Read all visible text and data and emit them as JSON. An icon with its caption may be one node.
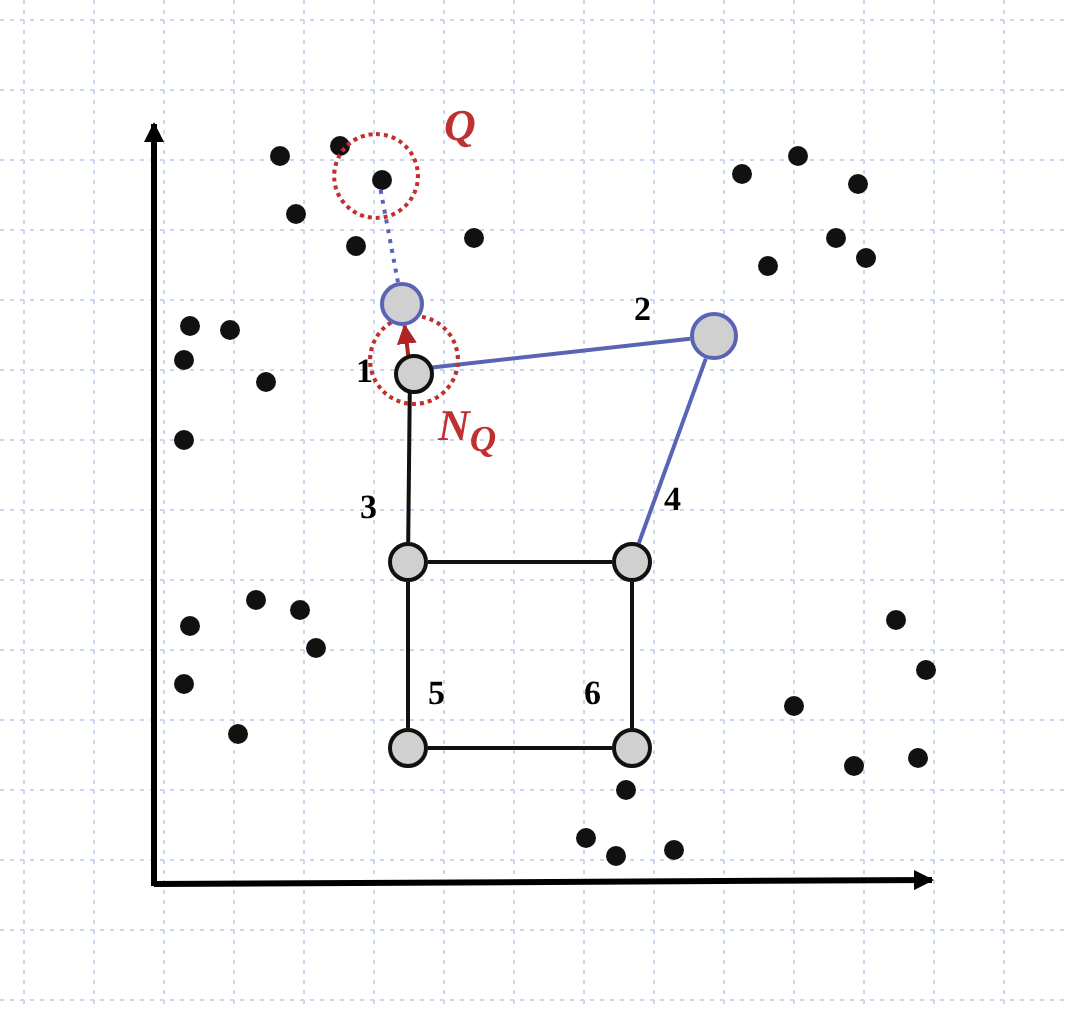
{
  "diagram": {
    "nodes": [
      {
        "text": [],
        "shape": "circle",
        "beside": [
          "N$_{Q}$"
        ]
      },
      {
        "text": [],
        "shape": "circle",
        "beside": [
          "1"
        ],
        "in": 0
      },
      {
        "text": [],
        "shape": "circle",
        "beside": [
          "2"
        ]
      },
      {
        "text": [],
        "shape": "circle",
        "beside": [
          "3"
        ]
      },
      {
        "text": [],
        "shape": "circle",
        "beside": [
          "4"
        ]
      },
      {
        "text": [],
        "shape": "circle",
        "beside": [
          "5"
        ]
      },
      {
        "text": [],
        "shape": "circle",
        "beside": [
          "6"
        ]
      },
      {
        "text": [],
        "shape": "circle"
      },
      {
        "text": [],
        "shape": "circle",
        "beside": [
          "Q"
        ]
      },
      {
        "text": [],
        "shape": "circle",
        "in": 8
      }
    ],
    "edges": [
      {
        "from": 1,
        "to": 2,
        "arrow": "none",
        "color": "#5a64b4"
      },
      {
        "from": 2,
        "to": 4,
        "arrow": "none",
        "color": "#5a64b4"
      },
      {
        "from": 1,
        "to": 3,
        "arrow": "none"
      },
      {
        "from": 3,
        "to": 4,
        "arrow": "none"
      },
      {
        "from": 3,
        "to": 5,
        "arrow": "none"
      },
      {
        "from": 4,
        "to": 6,
        "arrow": "none"
      },
      {
        "from": 5,
        "to": 6,
        "arrow": "none"
      },
      {
        "from": 1,
        "to": 7,
        "arrow": "to",
        "color": "#b02424"
      },
      {
        "from": 7,
        "to": 9,
        "arrow": "none",
        "style": "dashed",
        "color": "#5a64b4"
      }
    ]
  }
}
